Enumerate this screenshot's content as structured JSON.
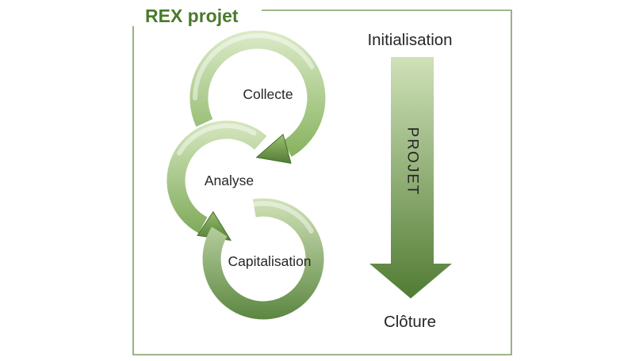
{
  "title": {
    "text": "REX projet"
  },
  "cycle": {
    "steps": [
      {
        "label": "Collecte"
      },
      {
        "label": "Analyse"
      },
      {
        "label": "Capitalisation"
      }
    ]
  },
  "timeline": {
    "start_label": "Initialisation",
    "arrow_label": "PROJET",
    "end_label": "Clôture"
  },
  "colors": {
    "title": "#4a7a2c",
    "border": "#7f9f63",
    "label_text": "#262626",
    "ring1_top": "#dcebc9",
    "ring1_bottom": "#7fad55",
    "ring2_top": "#d8e8c2",
    "ring2_bottom": "#74a34d",
    "ring3_top": "#d2e3ba",
    "ring3_bottom": "#55813a",
    "head_top": "#a0c577",
    "head_bottom": "#4d7830",
    "head_stroke": "#45702a",
    "arrow_top": "#cfe1b8",
    "arrow_bottom": "#517c34"
  }
}
